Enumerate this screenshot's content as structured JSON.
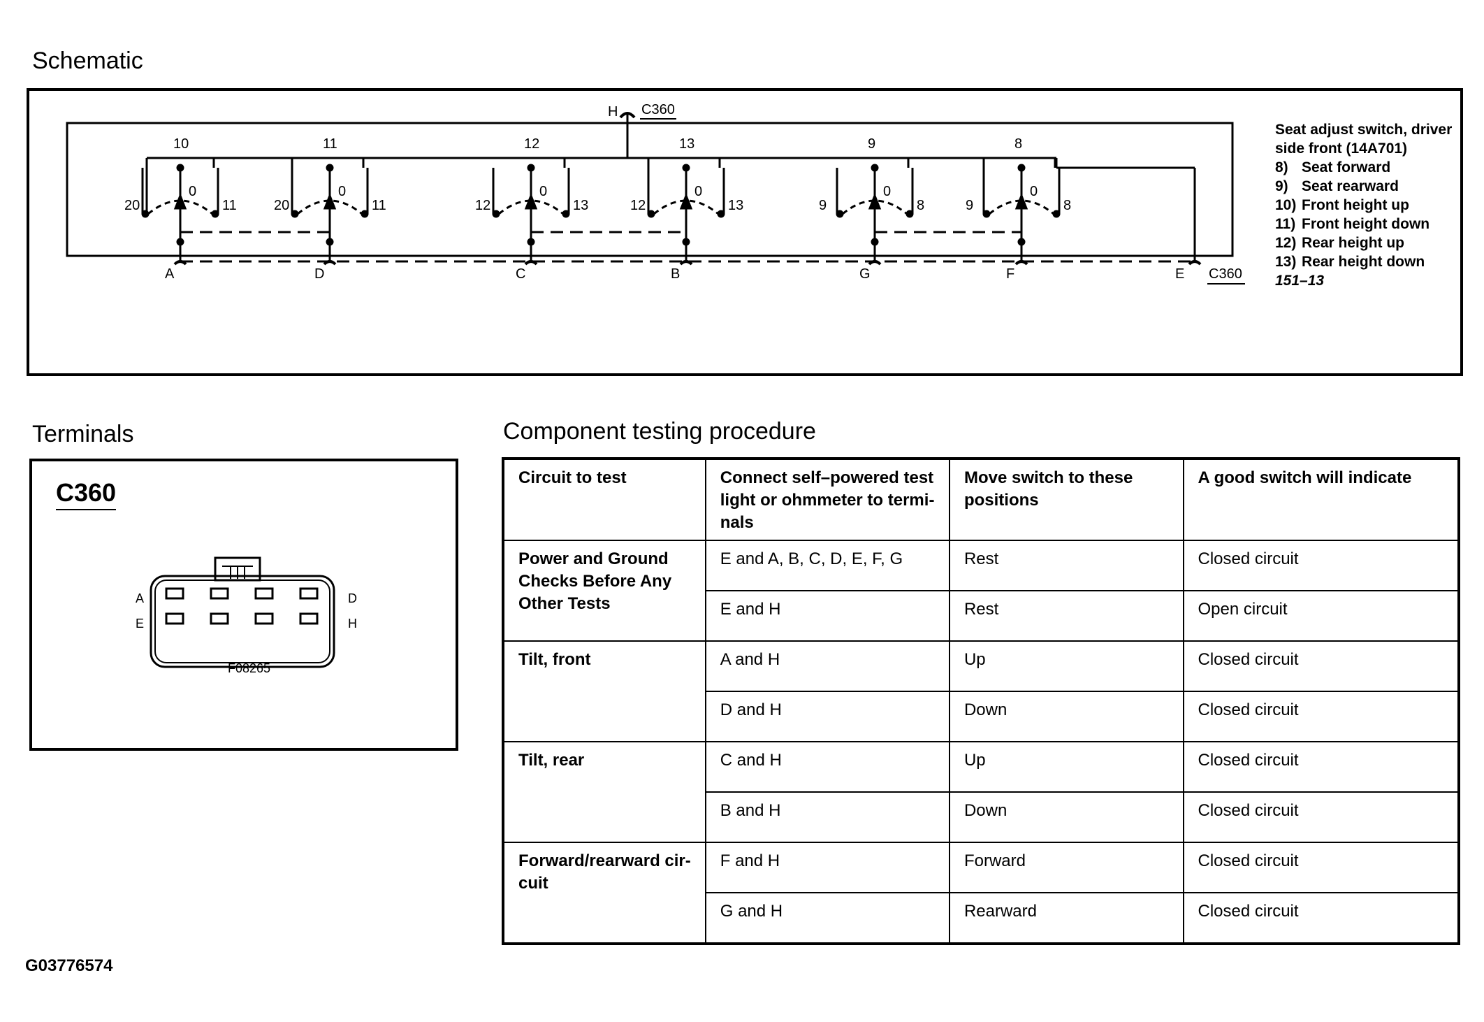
{
  "headings": {
    "schematic": "Schematic",
    "terminals": "Terminals",
    "procedure": "Component testing procedure"
  },
  "schematic": {
    "connector_top": "C360",
    "connector_right": "C360",
    "pin_h": "H",
    "top_numbers": [
      "10",
      "11",
      "12",
      "13",
      "9",
      "8"
    ],
    "switches": [
      {
        "left": "20",
        "mid": "0",
        "right": "11"
      },
      {
        "left": "20",
        "mid": "0",
        "right": "11"
      },
      {
        "left": "12",
        "mid": "0",
        "right": "13"
      },
      {
        "left": "12",
        "mid": "0",
        "right": "13"
      },
      {
        "left": "9",
        "mid": "0",
        "right": "8"
      },
      {
        "left": "9",
        "mid": "0",
        "right": "8"
      }
    ],
    "bottom_letters": [
      "A",
      "D",
      "C",
      "B",
      "G",
      "F",
      "E"
    ],
    "legend": {
      "title": "Seat adjust switch, driver side front (14A701)",
      "items": [
        {
          "num": "8)",
          "text": "Seat forward"
        },
        {
          "num": "9)",
          "text": "Seat rearward"
        },
        {
          "num": "10)",
          "text": "Front height up"
        },
        {
          "num": "11)",
          "text": "Front height down"
        },
        {
          "num": "12)",
          "text": "Rear height up"
        },
        {
          "num": "13)",
          "text": "Rear height down"
        }
      ],
      "ref": "151–13"
    }
  },
  "terminals": {
    "connector": "C360",
    "labels": {
      "a": "A",
      "e": "E",
      "d": "D",
      "h": "H"
    },
    "figure_code": "F08265"
  },
  "procedure": {
    "headers": [
      "Circuit to test",
      "Connect self–powered test light or ohmmeter to termi-nals",
      "Move switch to these positions",
      "A good switch will indicate"
    ],
    "groups": [
      {
        "circuit": "Power and Ground Checks Before Any Other Tests",
        "rows": [
          {
            "terminals": "E and A, B, C, D, E, F, G",
            "position": "Rest",
            "result": "Closed circuit"
          },
          {
            "terminals": "E and H",
            "position": "Rest",
            "result": "Open circuit"
          }
        ]
      },
      {
        "circuit": "Tilt, front",
        "rows": [
          {
            "terminals": "A and H",
            "position": "Up",
            "result": "Closed circuit"
          },
          {
            "terminals": "D and H",
            "position": "Down",
            "result": "Closed circuit"
          }
        ]
      },
      {
        "circuit": "Tilt, rear",
        "rows": [
          {
            "terminals": "C and H",
            "position": "Up",
            "result": "Closed circuit"
          },
          {
            "terminals": "B and H",
            "position": "Down",
            "result": "Closed circuit"
          }
        ]
      },
      {
        "circuit": "Forward/rearward cir-cuit",
        "rows": [
          {
            "terminals": "F and H",
            "position": "Forward",
            "result": "Closed circuit"
          },
          {
            "terminals": "G and H",
            "position": "Rearward",
            "result": "Closed circuit"
          }
        ]
      }
    ]
  },
  "footer_code": "G03776574"
}
